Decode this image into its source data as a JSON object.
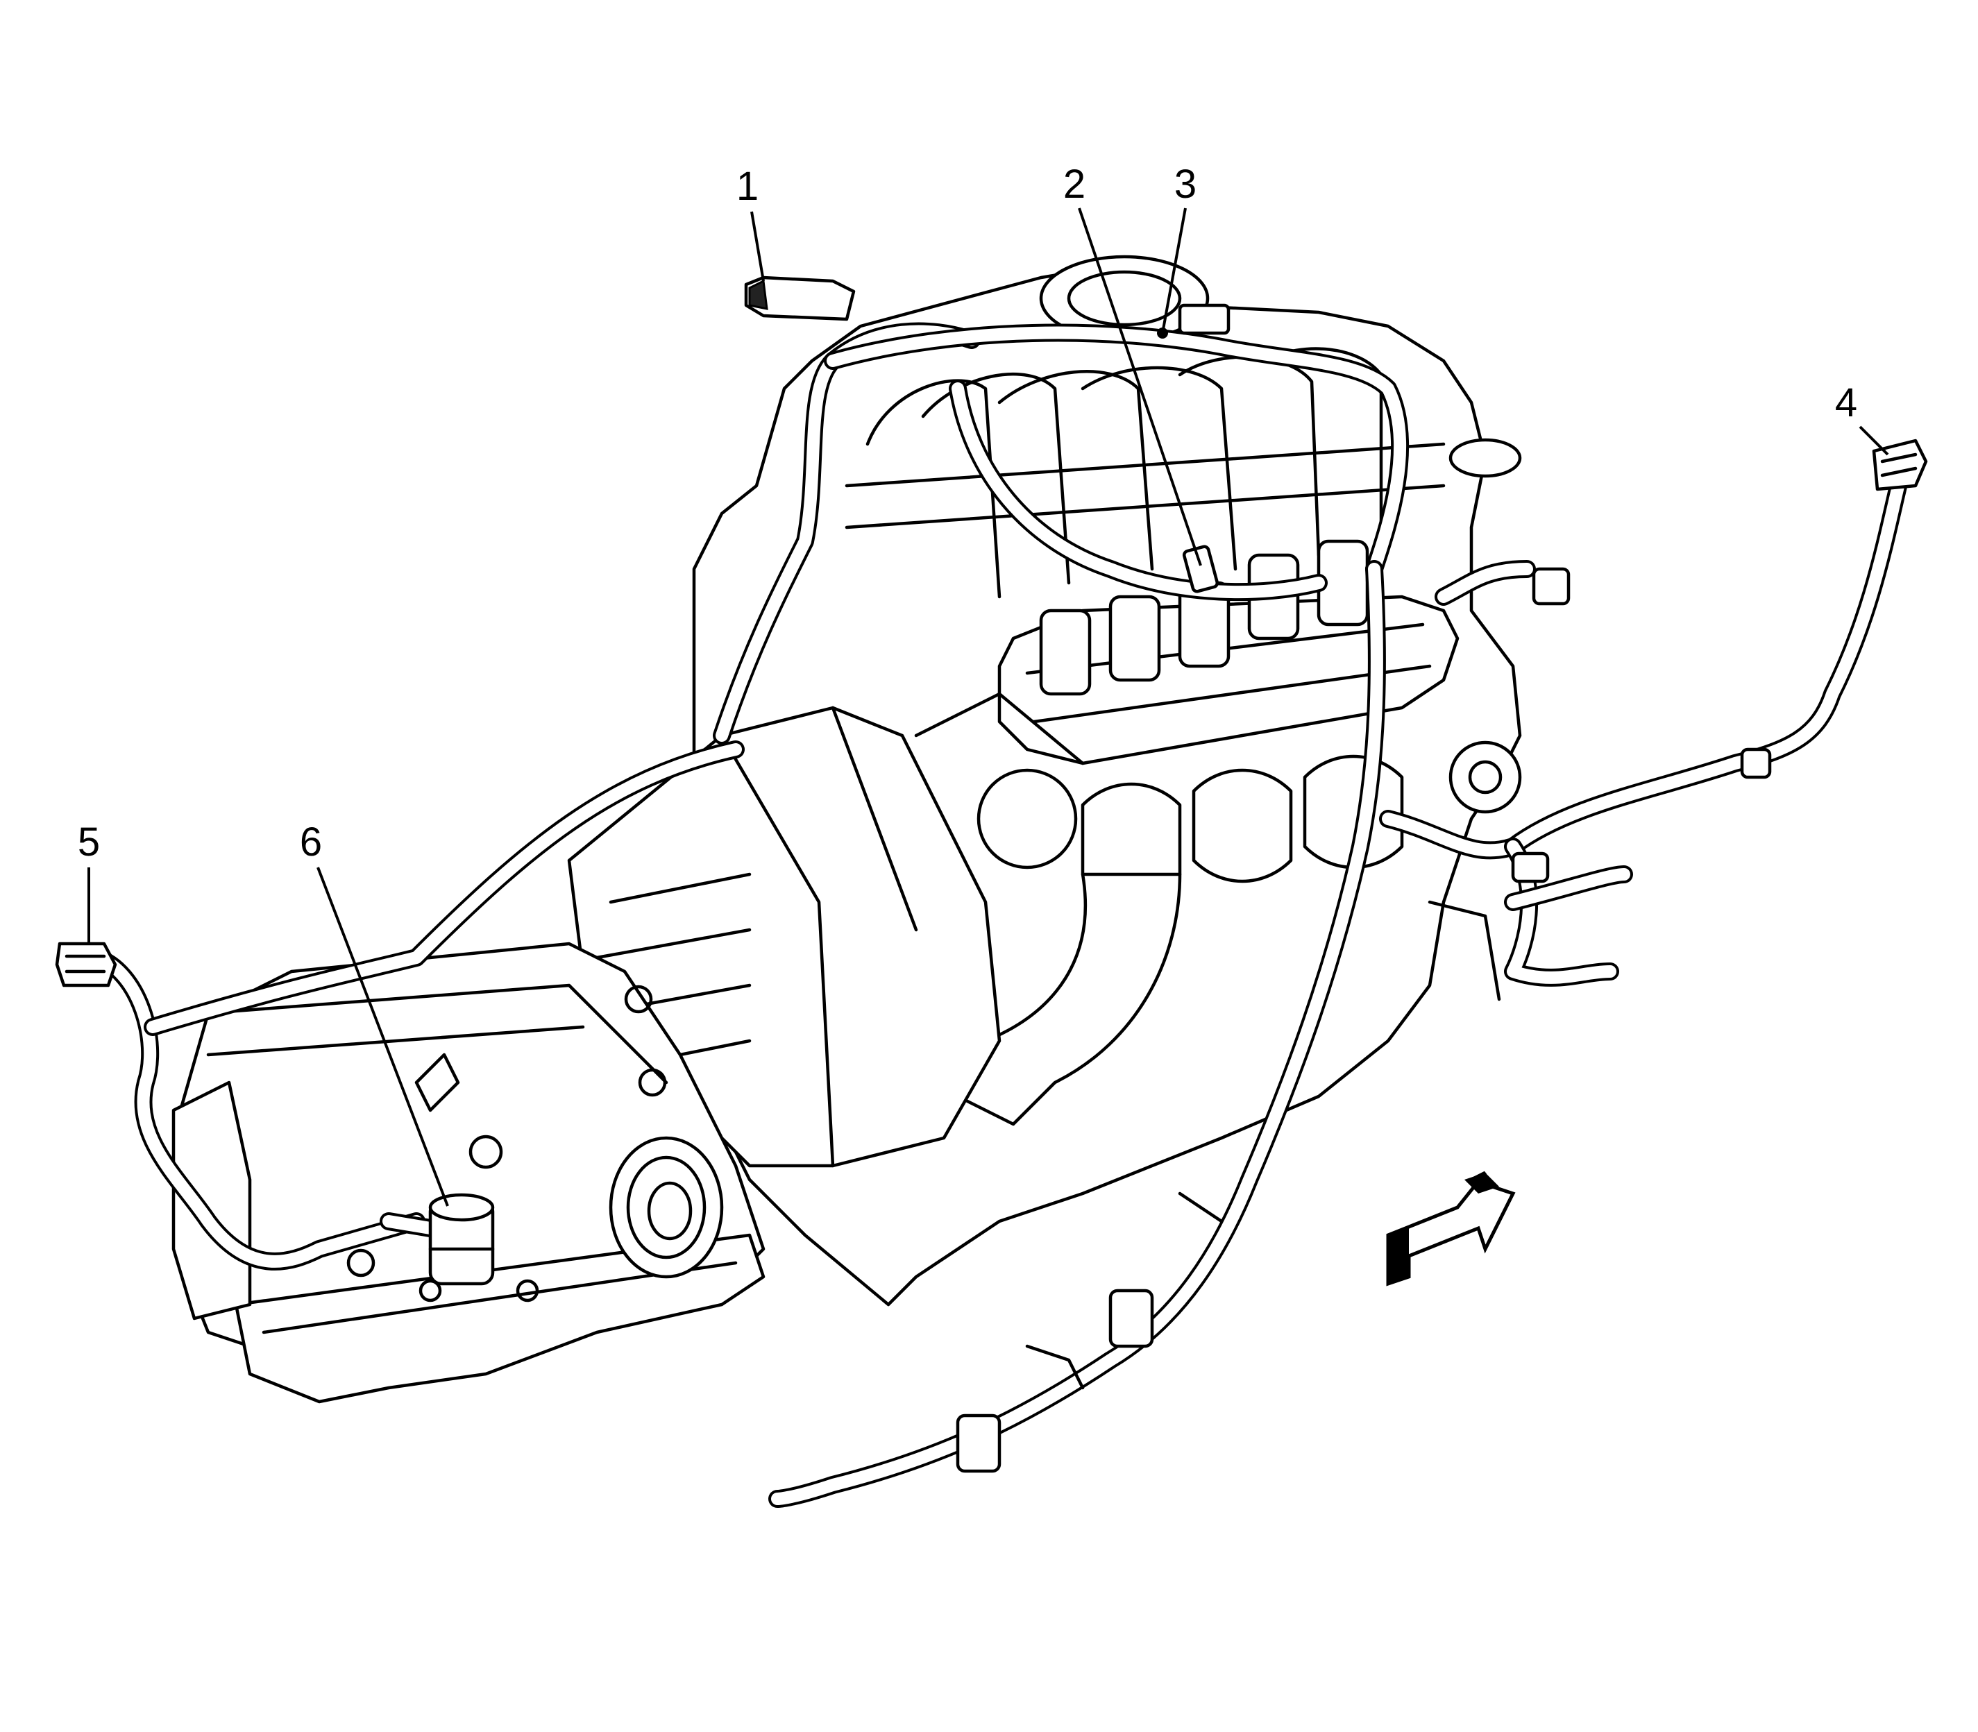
{
  "figure": {
    "callouts": [
      {
        "id": "callout-1",
        "label": "1"
      },
      {
        "id": "callout-2",
        "label": "2"
      },
      {
        "id": "callout-3",
        "label": "3"
      },
      {
        "id": "callout-4",
        "label": "4"
      },
      {
        "id": "callout-5",
        "label": "5"
      },
      {
        "id": "callout-6",
        "label": "6"
      }
    ],
    "front_arrow_icon": "front-direction-arrow",
    "line_color": "#000000",
    "background_color": "#ffffff"
  }
}
